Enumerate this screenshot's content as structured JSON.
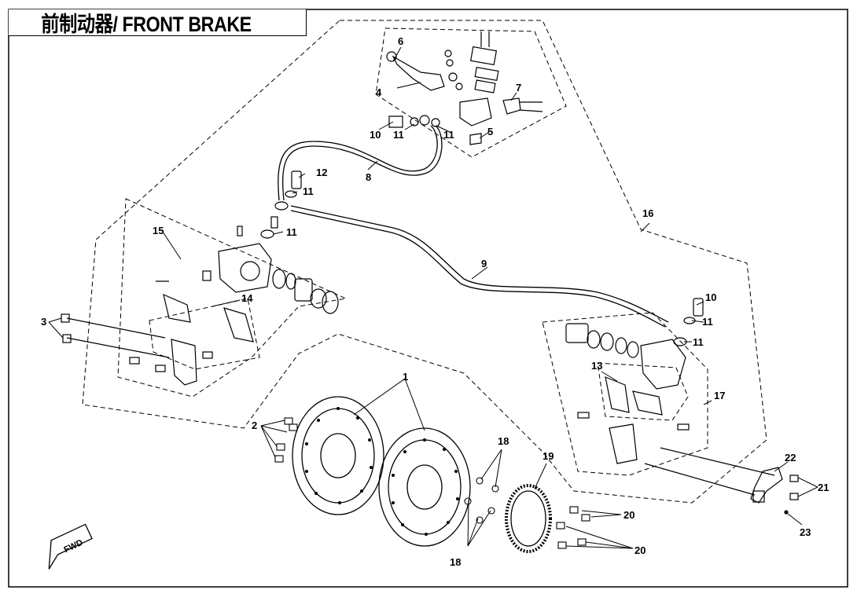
{
  "title": "前制动器/ FRONT BRAKE",
  "fwd_label": "FWD",
  "callouts": {
    "c1": "1",
    "c2": "2",
    "c3": "3",
    "c4": "4",
    "c5": "5",
    "c6": "6",
    "c7": "7",
    "c8": "8",
    "c9": "9",
    "c10a": "10",
    "c10b": "10",
    "c11a": "11",
    "c11b": "11",
    "c11c": "11",
    "c11d": "11",
    "c11e": "11",
    "c11f": "11",
    "c12": "12",
    "c13": "13",
    "c14": "14",
    "c15": "15",
    "c16": "16",
    "c17": "17",
    "c18a": "18",
    "c18b": "18",
    "c19": "19",
    "c20a": "20",
    "c20b": "20",
    "c21": "21",
    "c22": "22",
    "c23": "23"
  },
  "colors": {
    "line": "#000000",
    "background": "#ffffff"
  }
}
